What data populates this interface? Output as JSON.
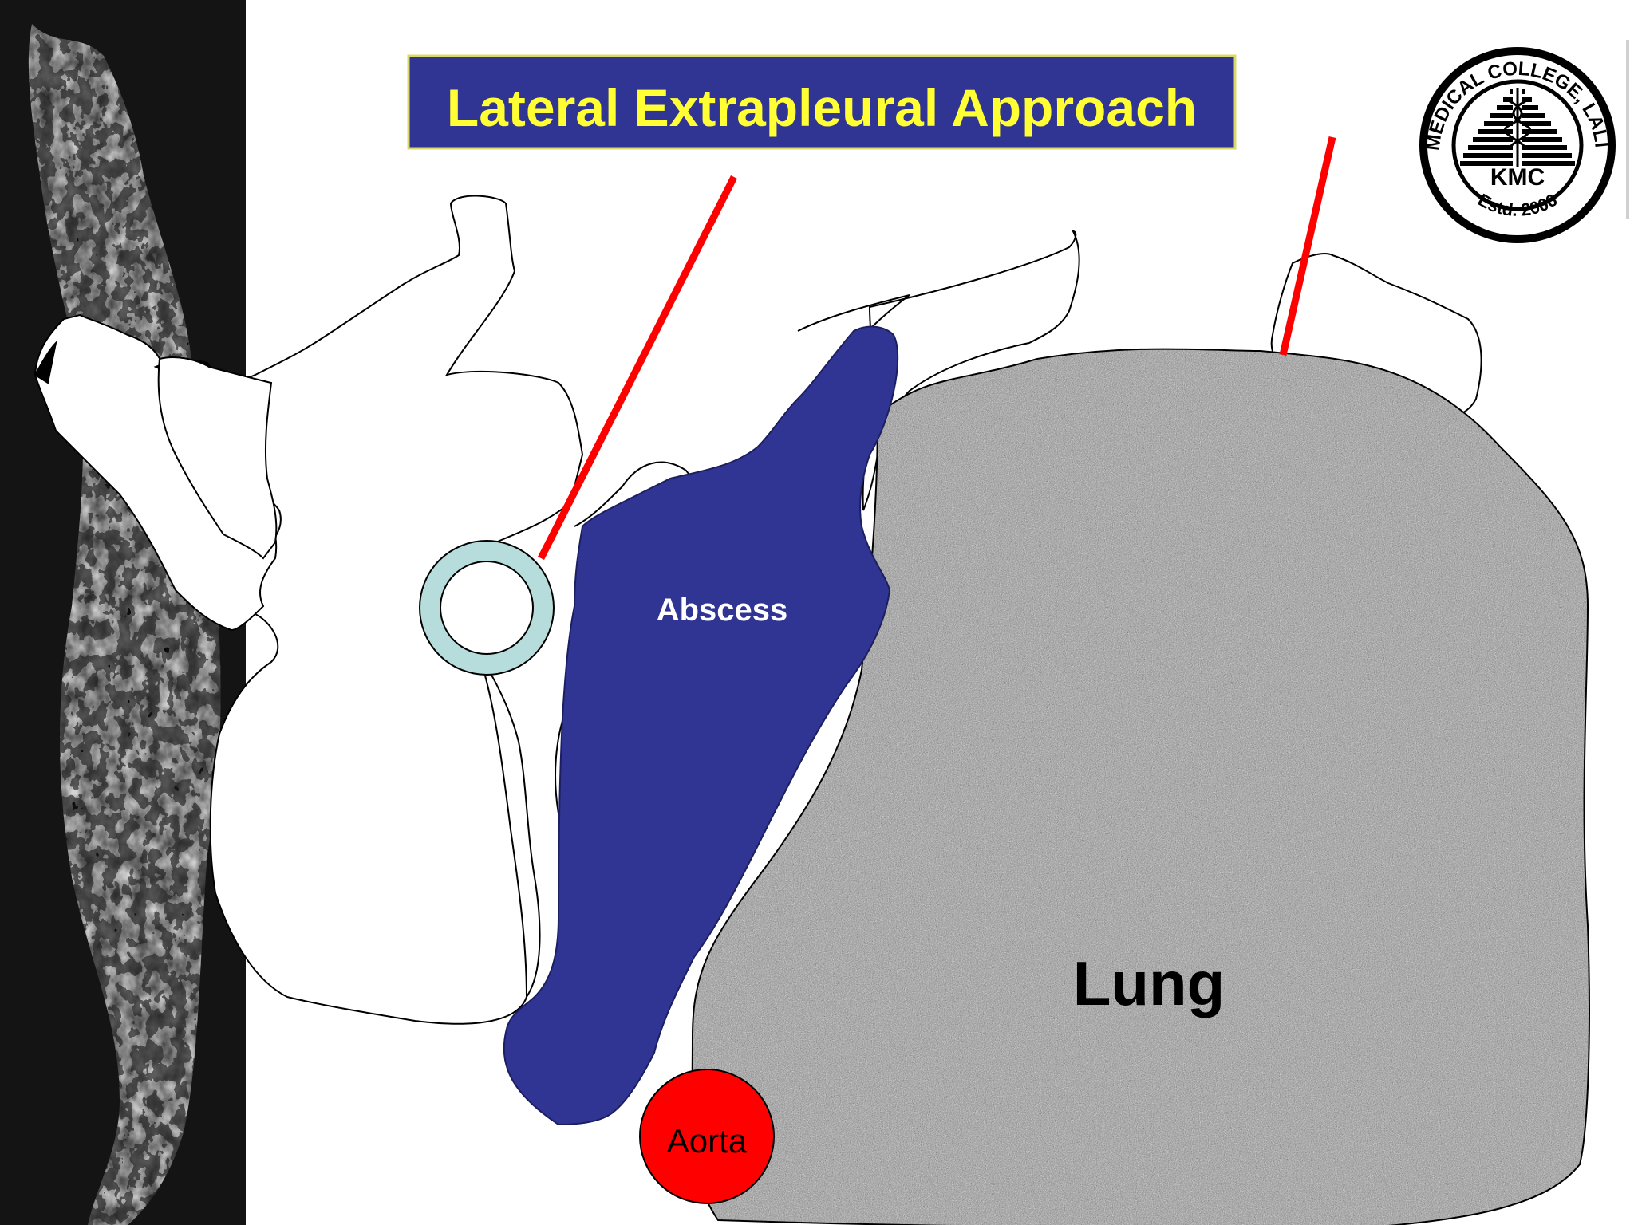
{
  "title": "Lateral Extrapleural Approach",
  "labels": {
    "abscess": "Abscess",
    "lung": "Lung",
    "aorta": "Aorta"
  },
  "logo": {
    "ring_text": "KIST MEDICAL COLLEGE, LALITPUR",
    "center_text": "KMC",
    "estd_text": "Estd. 2006"
  },
  "colors": {
    "title_bg": "#303594",
    "title_text": "#ffff33",
    "abscess": "#303594",
    "aorta": "#ff0000",
    "incision_line": "#ff0000",
    "spinal_canal_ring": "#b7dcdc",
    "lung": "#9a9a9a"
  }
}
